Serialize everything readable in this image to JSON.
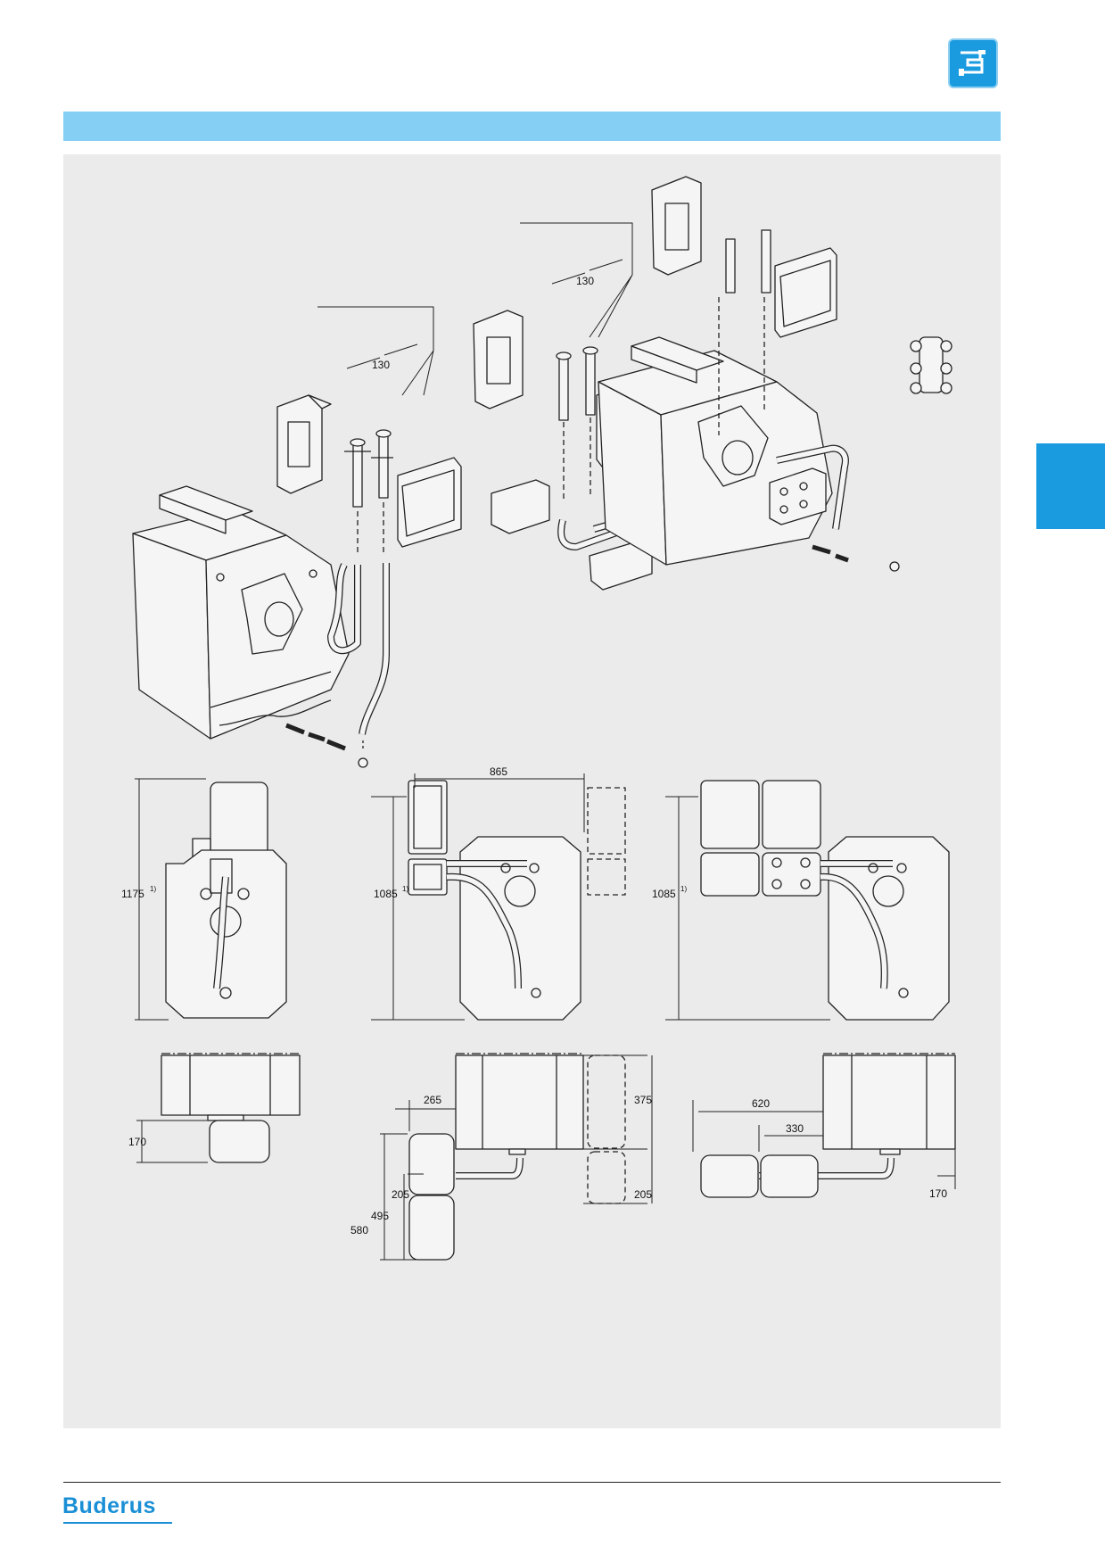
{
  "colors": {
    "accent": "#1a9be0",
    "title_bar": "#85cff4",
    "panel": "#ebebeb"
  },
  "header": {
    "icon": "pipe-connection-icon"
  },
  "footer": {
    "logo_text": "Buderus"
  },
  "dimensions": {
    "iso_left_spacing": "130",
    "iso_right_spacing": "130",
    "front_left_height": "1175",
    "front_mid_height": "1085",
    "front_mid_width": "865",
    "front_right_height": "1085",
    "footnote_mark": "1)",
    "top_left_offset": "170",
    "top_mid_265": "265",
    "top_mid_375": "375",
    "top_mid_205_left": "205",
    "top_mid_205_right": "205",
    "top_mid_495": "495",
    "top_mid_580": "580",
    "top_right_620": "620",
    "top_right_330": "330",
    "top_right_170": "170"
  }
}
